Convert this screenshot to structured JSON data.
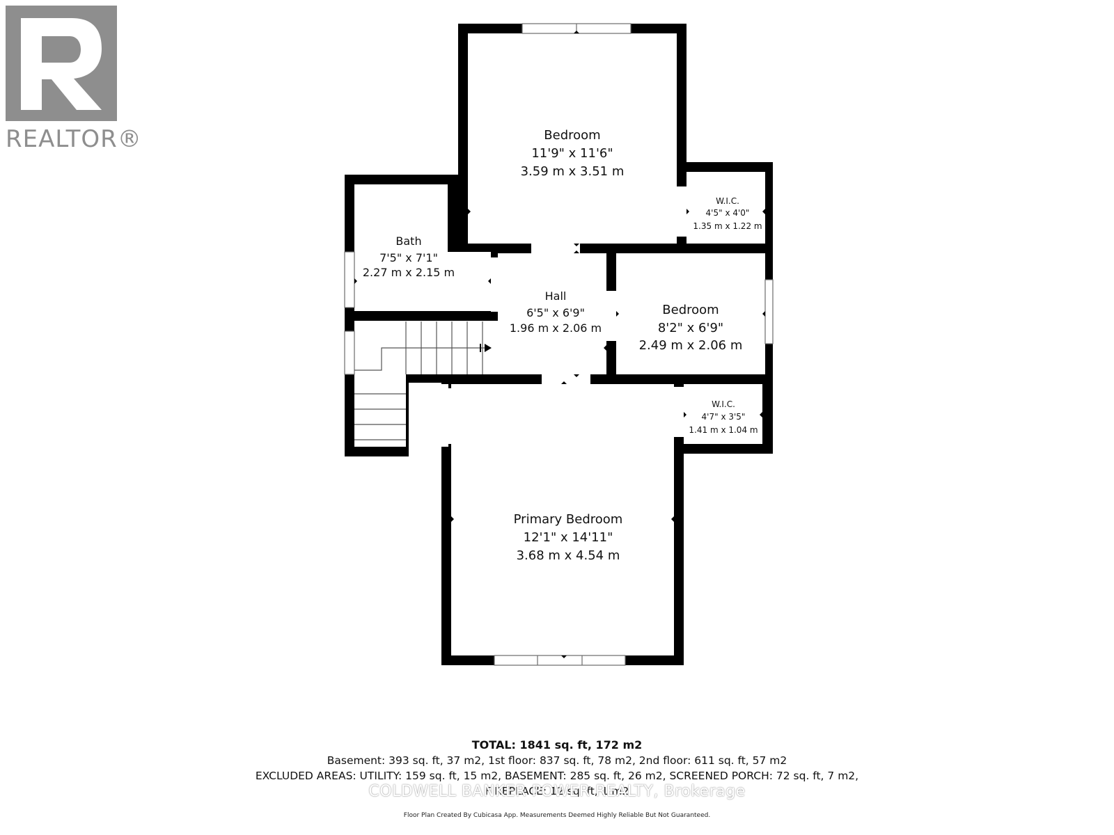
{
  "logo": {
    "text": "REALTOR®"
  },
  "rooms": [
    {
      "id": "bedroom-top",
      "name": "Bedroom",
      "imperial": "11'9\" x 11'6\"",
      "metric": "3.59 m x 3.51 m"
    },
    {
      "id": "wic-top",
      "name": "W.I.C.",
      "imperial": "4'5\" x 4'0\"",
      "metric": "1.35 m x 1.22 m"
    },
    {
      "id": "bath",
      "name": "Bath",
      "imperial": "7'5\" x 7'1\"",
      "metric": "2.27 m x 2.15 m"
    },
    {
      "id": "hall",
      "name": "Hall",
      "imperial": "6'5\" x 6'9\"",
      "metric": "1.96 m x 2.06 m"
    },
    {
      "id": "bedroom-mid",
      "name": "Bedroom",
      "imperial": "8'2\" x 6'9\"",
      "metric": "2.49 m x 2.06 m"
    },
    {
      "id": "wic-bottom",
      "name": "W.I.C.",
      "imperial": "4'7\" x 3'5\"",
      "metric": "1.41 m x 1.04 m"
    },
    {
      "id": "primary-bedroom",
      "name": "Primary Bedroom",
      "imperial": "12'1\" x 14'11\"",
      "metric": "3.68 m x 4.54 m"
    }
  ],
  "footer": {
    "total": "TOTAL: 1841 sq. ft, 172 m2",
    "line1": "Basement: 393 sq. ft, 37 m2, 1st floor: 837 sq. ft, 78 m2, 2nd floor: 611 sq. ft, 57 m2",
    "line2": "EXCLUDED AREAS: UTILITY: 159 sq. ft, 15 m2, BASEMENT: 285 sq. ft, 26 m2, SCREENED PORCH: 72 sq. ft, 7 m2,",
    "line3": "FIREPLACE: 12 sq. ft, 1 m2"
  },
  "watermark": "COLDWELL BANKER POWER REALTY, Brokerage",
  "credit": "Floor Plan Created By Cubicasa App. Measurements Deemed Highly Reliable But Not Guaranteed."
}
